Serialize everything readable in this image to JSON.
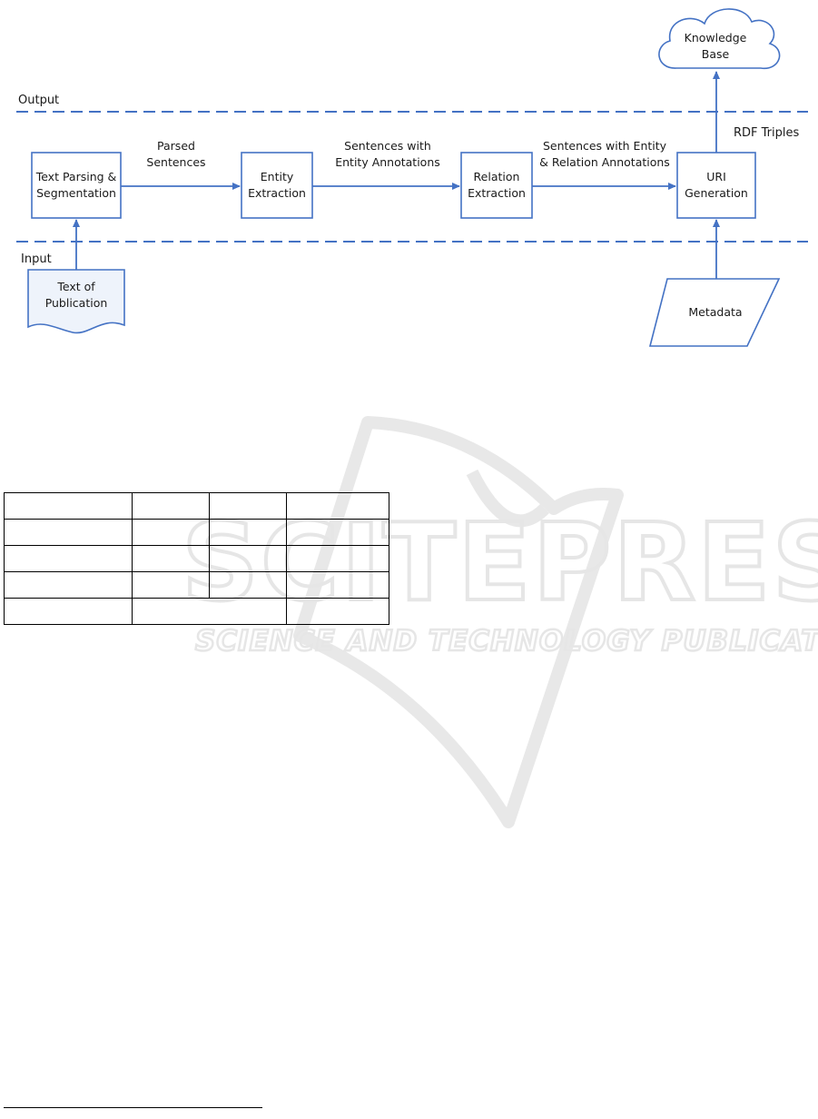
{
  "zones": {
    "output_label": "Output",
    "input_label": "Input"
  },
  "nodes": {
    "knowledge_base": {
      "line1": "Knowledge",
      "line2": "Base"
    },
    "text_parsing": {
      "line1": "Text Parsing &",
      "line2": "Segmentation"
    },
    "entity_extraction": {
      "line1": "Entity",
      "line2": "Extraction"
    },
    "relation_extraction": {
      "line1": "Relation",
      "line2": "Extraction"
    },
    "uri_generation": {
      "line1": "URI",
      "line2": "Generation"
    },
    "text_of_publication": {
      "line1": "Text of",
      "line2": "Publication"
    },
    "metadata": {
      "line1": "Metadata"
    }
  },
  "edges": {
    "parsed_sentences": {
      "line1": "Parsed",
      "line2": "Sentences"
    },
    "entity_annotations": {
      "line1": "Sentences with",
      "line2": "Entity Annotations"
    },
    "relation_annotations": {
      "line1": "Sentences with Entity",
      "line2": "& Relation Annotations"
    },
    "rdf_triples": {
      "line1": "RDF Triples"
    }
  },
  "colors": {
    "accent": "#4472C4",
    "box_border": "#4472C4",
    "document_fill": "#EEF3FB",
    "watermark": "#E6E6E6"
  },
  "table": {
    "rows": [
      [
        "",
        "",
        "",
        ""
      ],
      [
        "",
        "",
        "",
        ""
      ],
      [
        "",
        "",
        "",
        ""
      ],
      [
        "",
        "",
        "",
        ""
      ],
      [
        "",
        "",
        ""
      ]
    ]
  },
  "watermark": {
    "line1": "SCITEPRESS",
    "line2": "SCIENCE AND TECHNOLOGY PUBLICATIONS"
  }
}
